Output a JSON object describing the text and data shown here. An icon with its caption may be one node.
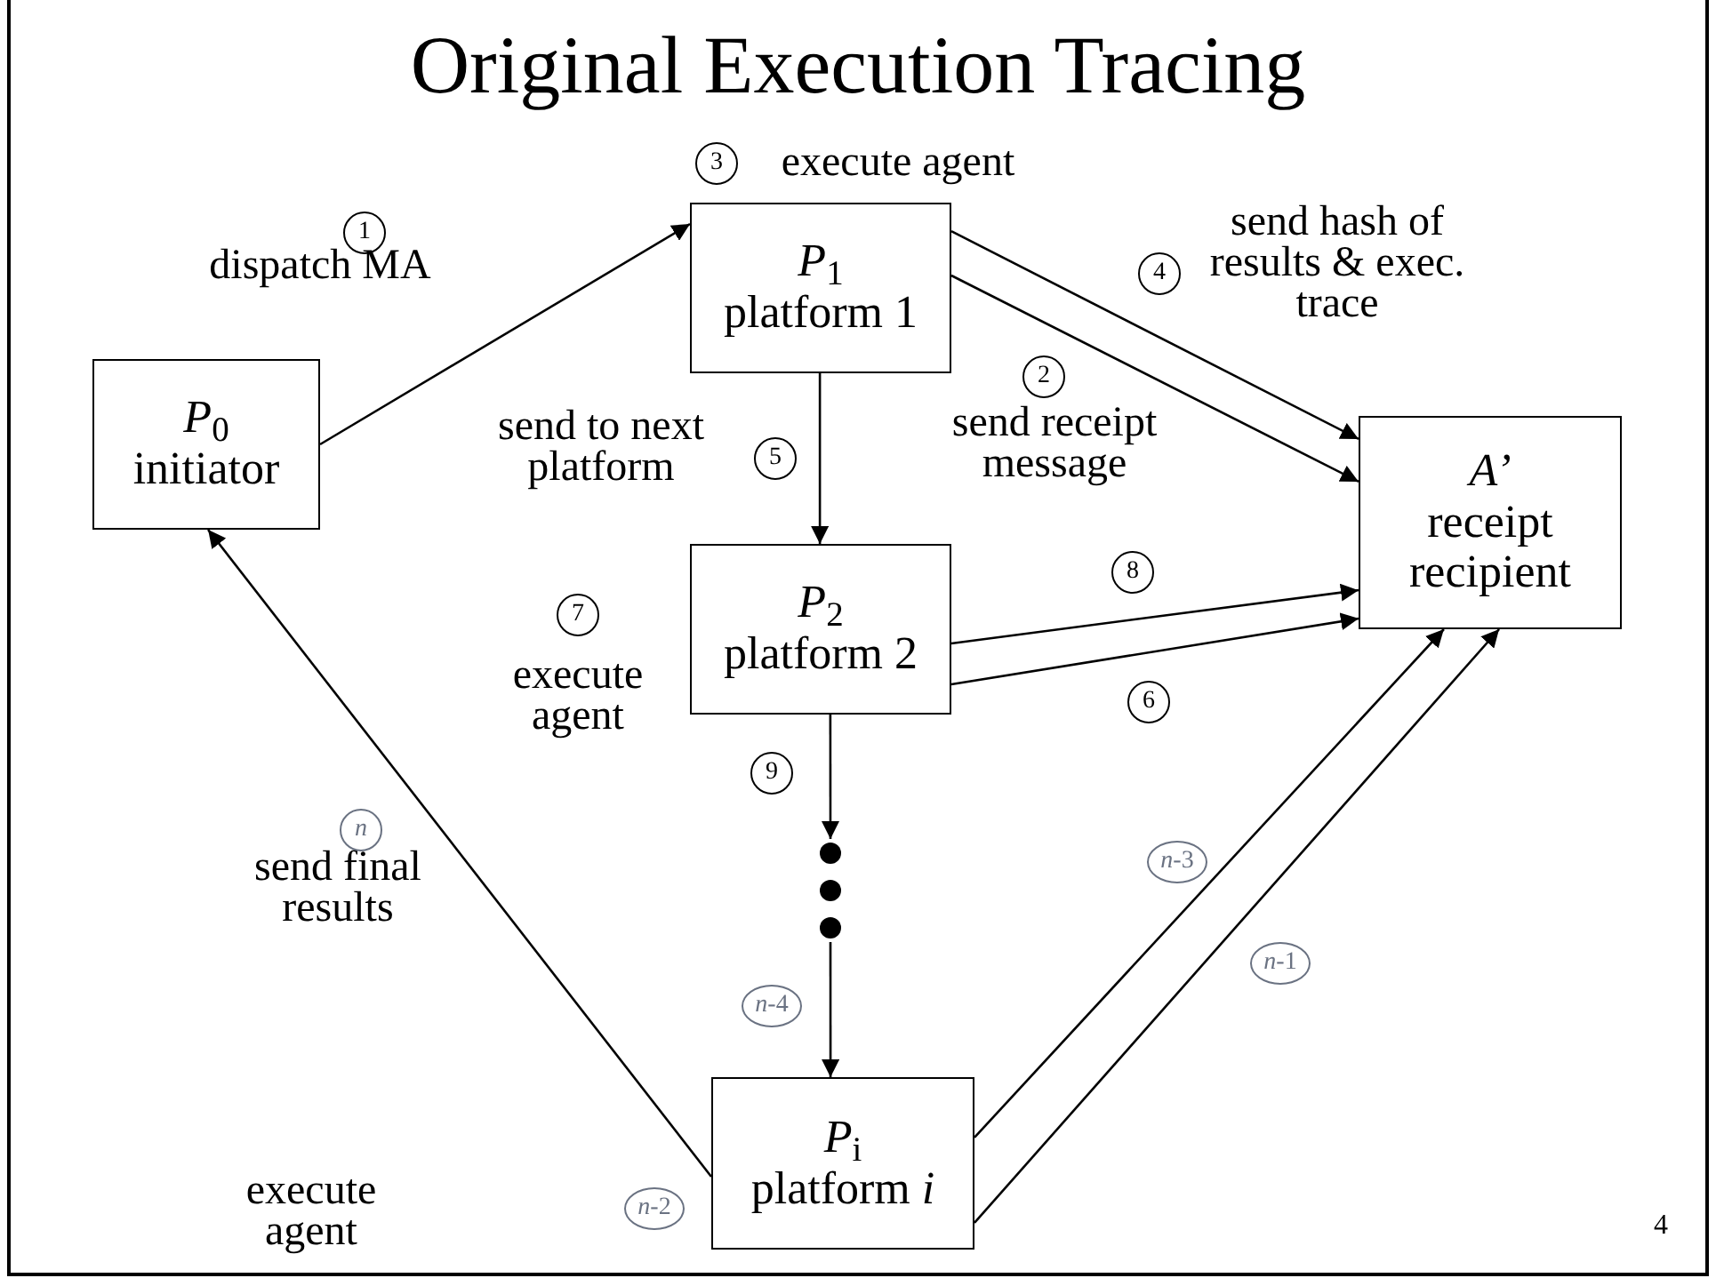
{
  "diagram": {
    "title": "Original Execution Tracing",
    "nodes": [
      {
        "text": [
          "*P*$_{1}$",
          "platform 1"
        ]
      },
      {
        "text": [
          "*P*$_{0}$",
          "initiator"
        ]
      },
      {
        "text": [
          "*A’*",
          "receipt recipient"
        ]
      },
      {
        "text": [
          "*P*$_{2}$",
          "platform 2"
        ]
      },
      {
        "text": [],
        "shape": "dots"
      },
      {
        "text": [
          "*P*$_{i}$",
          "platform *i*"
        ]
      }
    ],
    "edges": [
      {
        "from": 1,
        "to": 0,
        "arrow": "to",
        "label": "dispatch MA"
      },
      {
        "from": 0,
        "to": 2,
        "arrow": "to",
        "label": "send hash of results & exec. trace"
      },
      {
        "from": 0,
        "to": 2,
        "arrow": "to",
        "label": "send receipt message"
      },
      {
        "from": 0,
        "to": 3,
        "arrow": "to",
        "label": "send to next platform"
      },
      {
        "from": 3,
        "to": 2,
        "arrow": "to"
      },
      {
        "from": 3,
        "to": 2,
        "arrow": "to"
      },
      {
        "from": 3,
        "to": 4,
        "arrow": "to"
      },
      {
        "from": 4,
        "to": 5,
        "arrow": "to"
      },
      {
        "from": 5,
        "to": 2,
        "arrow": "to"
      },
      {
        "from": 5,
        "to": 2,
        "arrow": "to"
      },
      {
        "from": 5,
        "to": 1,
        "arrow": "to",
        "label": "send final results"
      }
    ],
    "labels": [
      "3",
      "execute agent",
      "1",
      "4",
      "2",
      "5",
      "8",
      "7",
      "execute agent",
      "6",
      "9",
      "n",
      "*n*-3",
      "*n*-1",
      "*n*-4",
      "execute agent",
      "*n*-2",
      "4"
    ]
  }
}
